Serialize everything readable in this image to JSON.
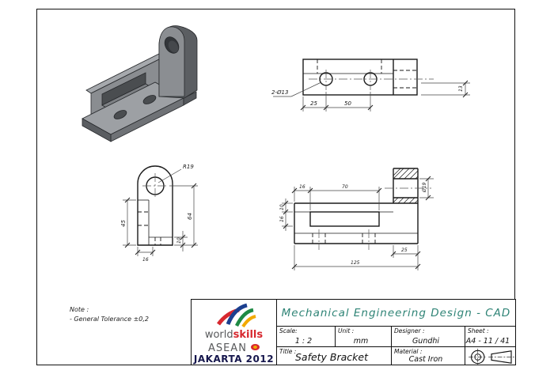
{
  "note": {
    "title": "Note :",
    "line": "- General Tolerance ±0,2"
  },
  "title_block": {
    "header": "Mechanical Engineering Design - CAD",
    "header_color": "#2f8476",
    "scale_label": "Scale:",
    "scale_value": "1 : 2",
    "unit_label": "Unit :",
    "unit_value": "mm",
    "designer_label": "Designer :",
    "designer_value": "Gundhi",
    "sheet_label": "Sheet :",
    "sheet_value": "A4 - 11 / 41",
    "title_label": "Title :",
    "title_value": "Safety Bracket",
    "material_label": "Material :",
    "material_value": "Cast Iron"
  },
  "logo": {
    "world": "world",
    "skills": "skills",
    "asean": "ASEAN",
    "event": "JAKARTA 2012",
    "red": "#d7282f",
    "navy": "#16174d"
  },
  "part_color": "#8a8d91",
  "views": {
    "top": {
      "holes_label": "2-Ø13",
      "d25": "25",
      "d50": "50",
      "d13": "13"
    },
    "lug": {
      "r19": "R19",
      "d45": "45",
      "d64": "64",
      "d10": "10",
      "d16": "16"
    },
    "side": {
      "d16": "16",
      "d70": "70",
      "d10": "10",
      "d16b": "16",
      "dia19": "Ø19",
      "d25": "25",
      "d125": "125"
    }
  }
}
